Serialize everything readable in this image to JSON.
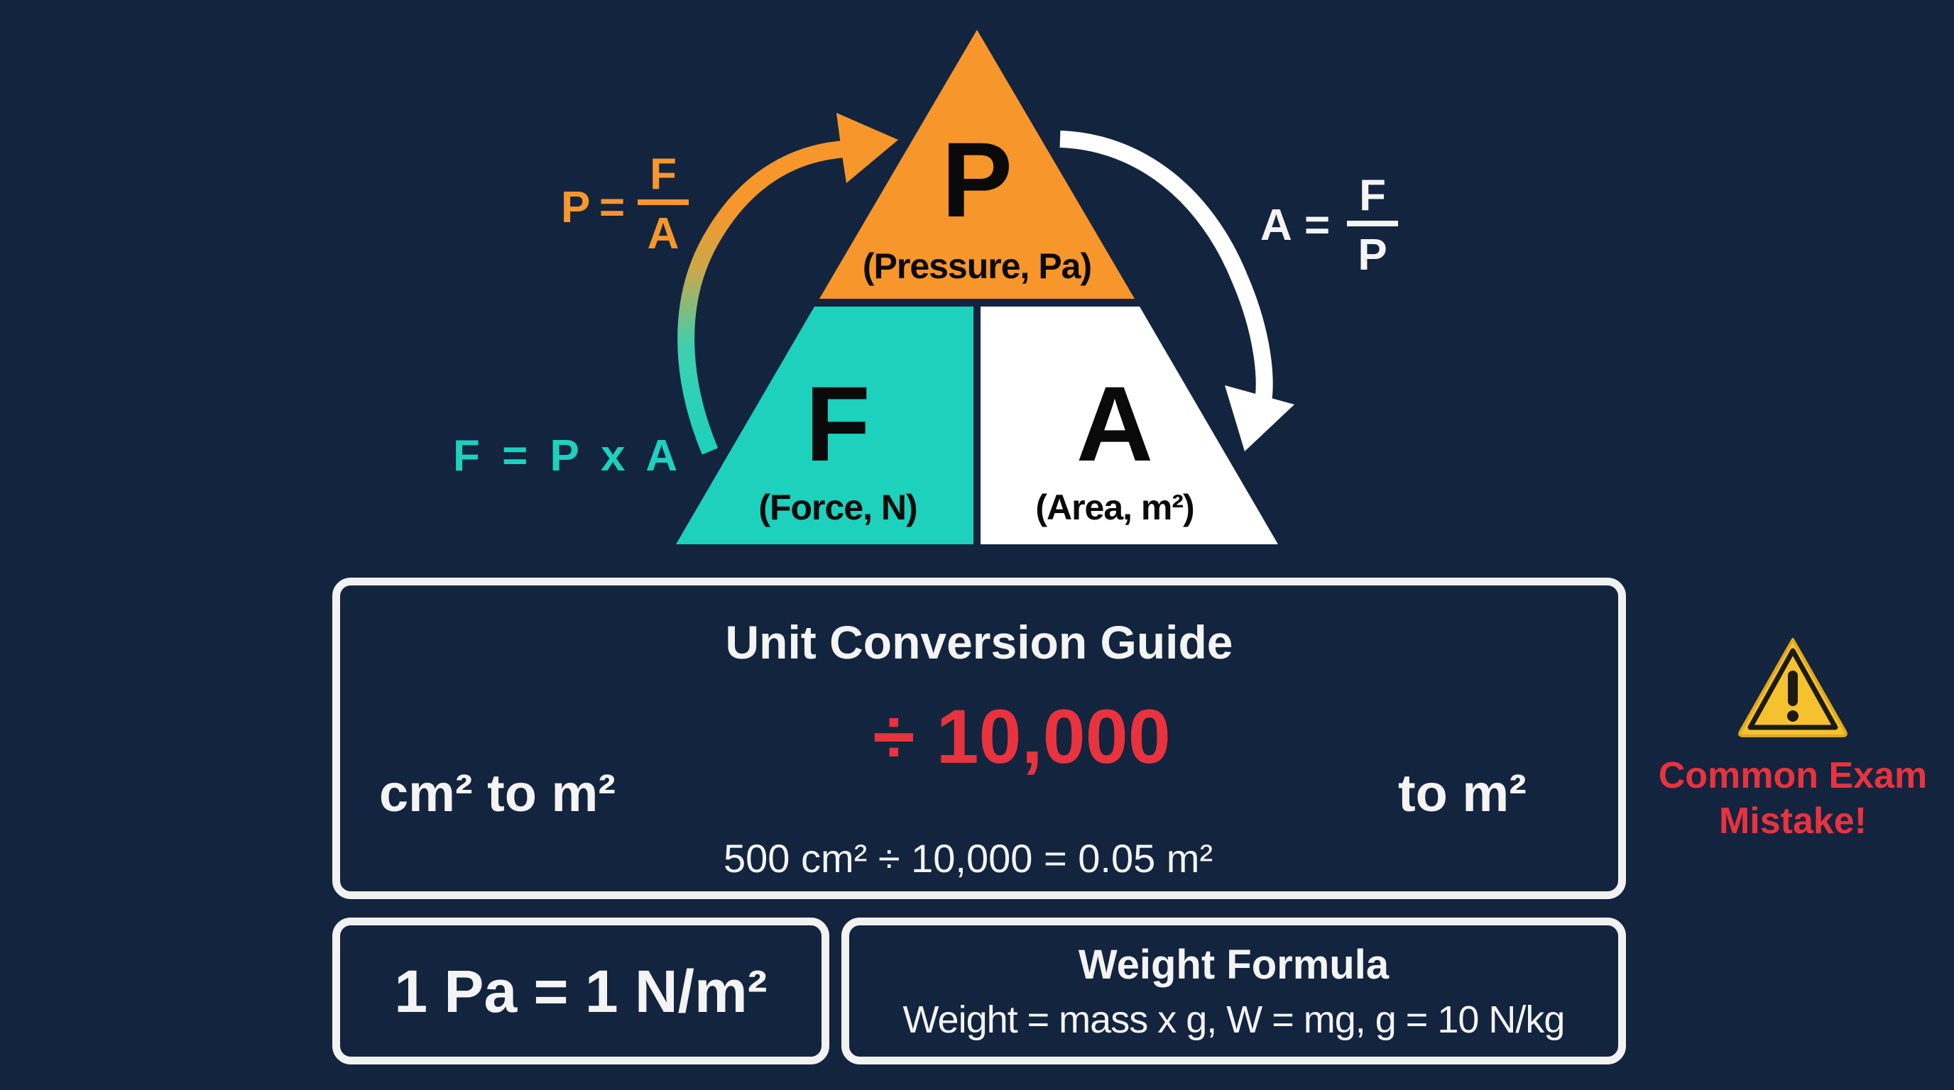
{
  "colors": {
    "background": "#13243f",
    "pressure": "#f7962b",
    "force": "#1dd1bd",
    "area": "#ffffff",
    "red_accent": "#e8333e",
    "warning_yellow": "#f5c12e",
    "box_border": "#f2f2f2"
  },
  "triangle": {
    "pressure": {
      "symbol": "P",
      "label": "(Pressure, Pa)"
    },
    "force": {
      "symbol": "F",
      "label": "(Force, N)"
    },
    "area": {
      "symbol": "A",
      "label": "(Area, m²)"
    }
  },
  "formulas": {
    "pressure": {
      "lhs": "P",
      "eq": "=",
      "numerator": "F",
      "denominator": "A"
    },
    "area": {
      "lhs": "A",
      "eq": "=",
      "numerator": "F",
      "denominator": "P"
    },
    "force": {
      "text": "F = P x A"
    }
  },
  "arrows": {
    "left": {
      "direction": "up-right-to-P",
      "gradient": [
        "#1dd1bd",
        "#f7962b"
      ]
    },
    "right": {
      "direction": "down-right-to-A",
      "color": "#ffffff"
    }
  },
  "unit_conversion": {
    "title": "Unit Conversion Guide",
    "from_label": "cm² to m²",
    "operation": "÷ 10,000",
    "to_label": "to m²",
    "example": "500 cm² ÷ 10,000 = 0.05 m²"
  },
  "warning": {
    "icon": "warning-triangle-icon",
    "line1": "Common Exam",
    "line2": "Mistake!"
  },
  "pascal_box": {
    "text": "1 Pa = 1 N/m²"
  },
  "weight_box": {
    "title": "Weight Formula",
    "text": "Weight = mass x g, W = mg, g = 10 N/kg"
  }
}
